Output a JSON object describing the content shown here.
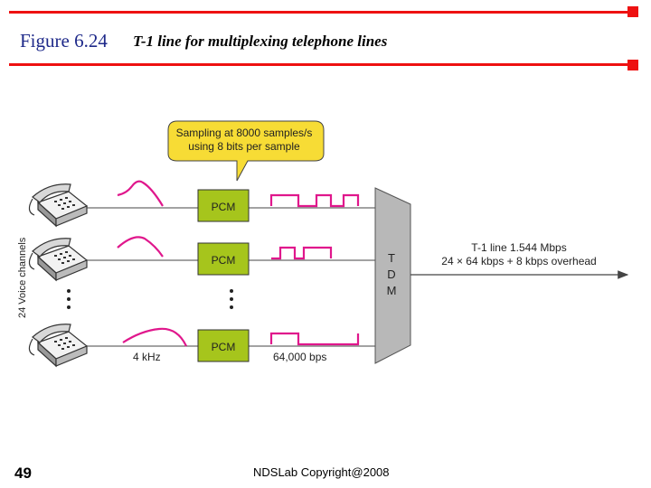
{
  "header": {
    "figure_label": "Figure 6.24",
    "caption": "T-1 line for multiplexing telephone lines"
  },
  "diagram": {
    "callout_line1": "Sampling at 8000 samples/s",
    "callout_line2": "using 8 bits per sample",
    "pcm_label": "PCM",
    "tdm_letters": [
      "T",
      "D",
      "M"
    ],
    "side_label": "24 Voice channels",
    "analog_label": "4 kHz",
    "digital_label": "64,000 bps",
    "output_line1": "T-1 line 1.544 Mbps",
    "output_line2": "24 × 64 kbps + 8 kbps overhead",
    "colors": {
      "pcm_fill": "#a6c51c",
      "callout_fill": "#f7dc35",
      "signal": "#e0178c",
      "tdm_fill": "#b8b8b8",
      "rule": "#ee1111"
    }
  },
  "footer": {
    "slide_number": "49",
    "copyright": "NDSLab Copyright@2008"
  }
}
